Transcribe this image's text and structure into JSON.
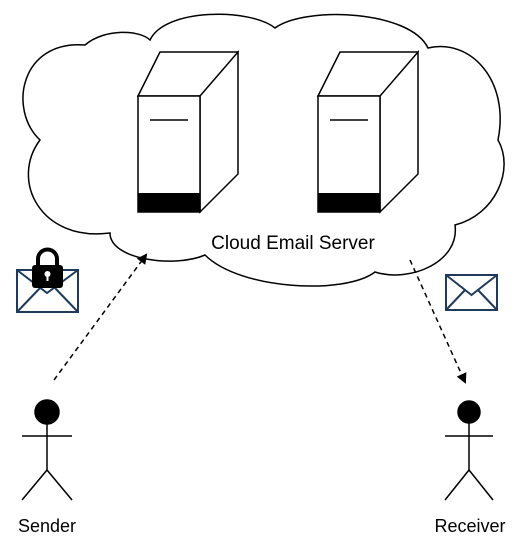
{
  "cloud": {
    "label": "Cloud Email Server"
  },
  "sender": {
    "label": "Sender"
  },
  "receiver": {
    "label": "Receiver"
  },
  "icons": {
    "locked_envelope": "locked-envelope-icon",
    "envelope": "envelope-icon",
    "server": "server-icon",
    "person": "person-icon"
  },
  "colors": {
    "stroke": "#000000",
    "fill": "#ffffff"
  }
}
